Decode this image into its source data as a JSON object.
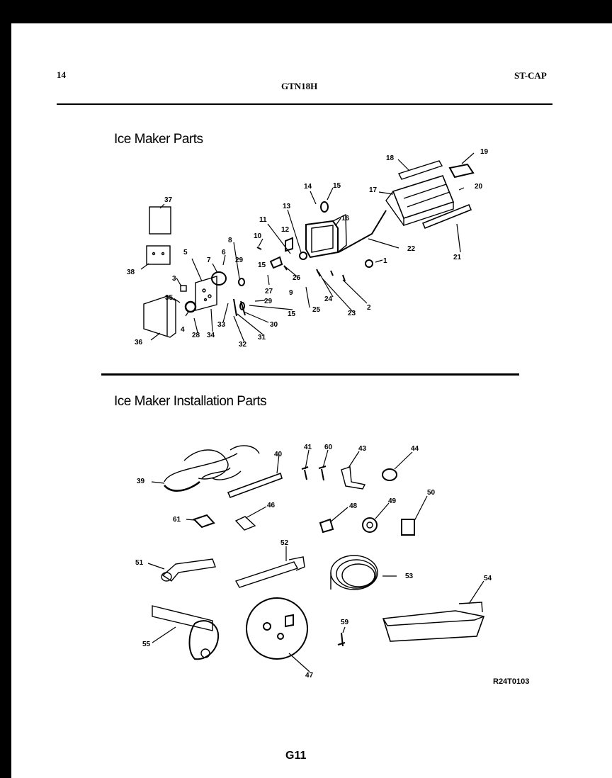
{
  "header": {
    "page_number": "14",
    "model": "GTN18H",
    "series": "ST-CAP"
  },
  "sections": {
    "ice_maker_parts": {
      "title": "Ice Maker Parts",
      "callouts": [
        "1",
        "2",
        "3",
        "4",
        "5",
        "6",
        "7",
        "8",
        "9",
        "10",
        "11",
        "12",
        "13",
        "14",
        "15",
        "16",
        "17",
        "18",
        "19",
        "20",
        "21",
        "22",
        "23",
        "24",
        "25",
        "26",
        "27",
        "28",
        "29",
        "30",
        "31",
        "32",
        "33",
        "34",
        "35",
        "36",
        "37",
        "38"
      ]
    },
    "installation_parts": {
      "title": "Ice Maker Installation Parts",
      "callouts": [
        "39",
        "40",
        "41",
        "43",
        "44",
        "46",
        "47",
        "48",
        "49",
        "50",
        "51",
        "52",
        "53",
        "54",
        "55",
        "59",
        "60",
        "61"
      ]
    }
  },
  "footer": {
    "diagram_code": "R24T0103",
    "page_code": "G11"
  }
}
